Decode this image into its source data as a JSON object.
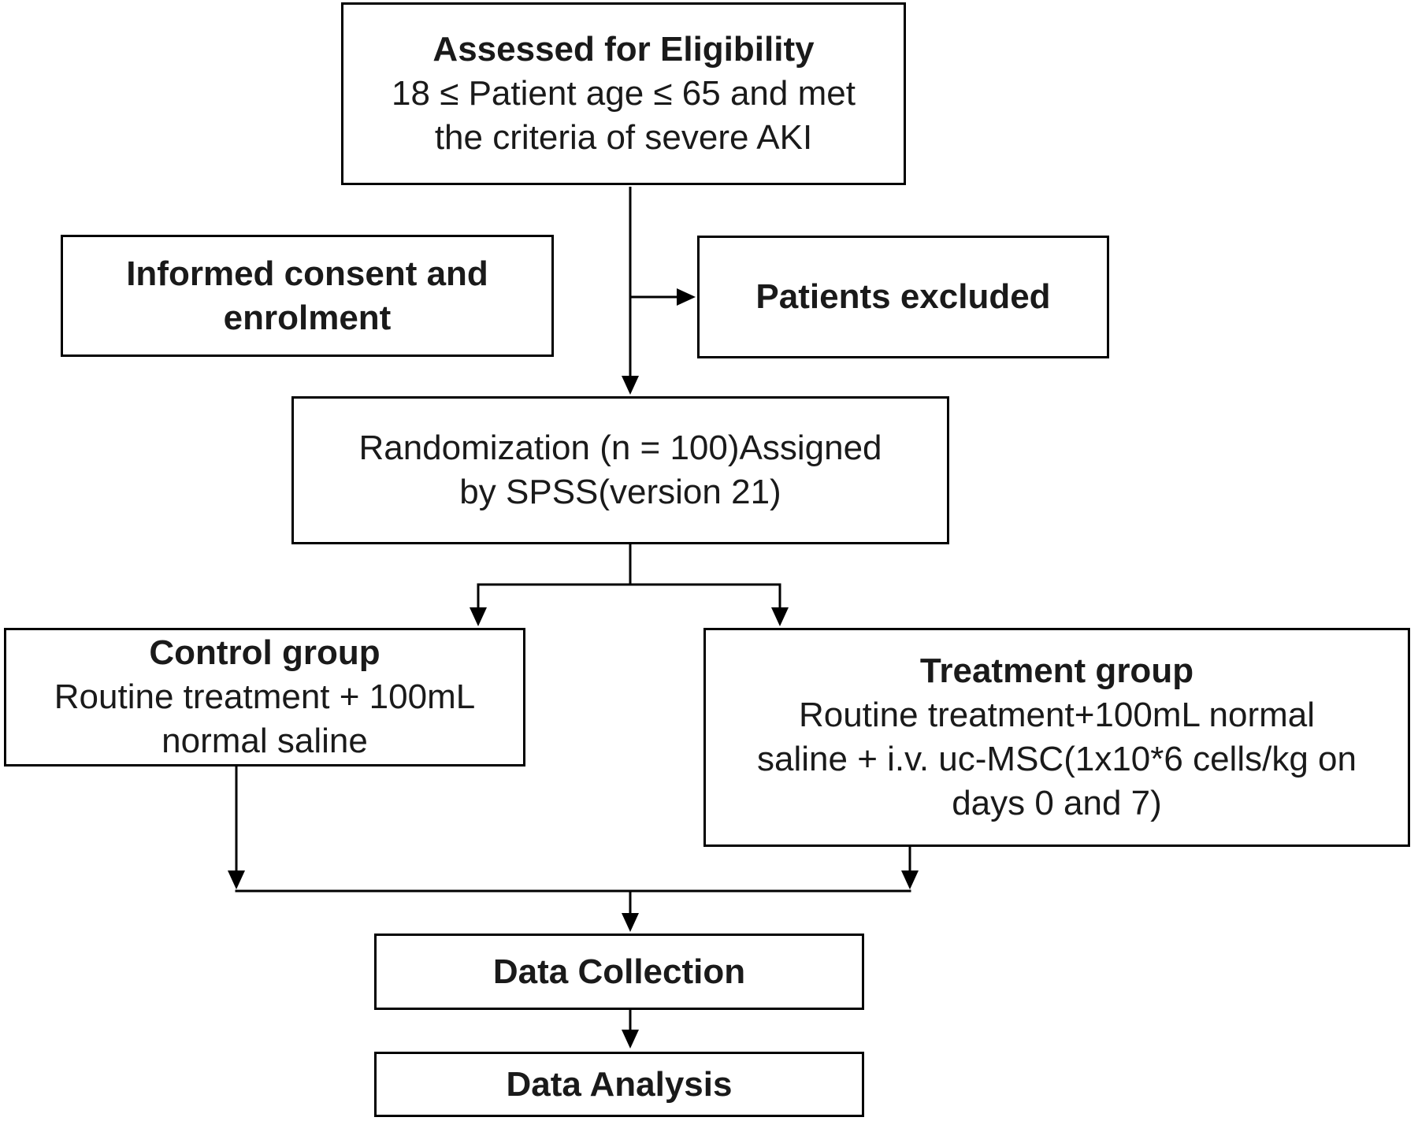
{
  "figure": {
    "background": "#ffffff",
    "line_color": "#000000",
    "border_color": "#000000",
    "text_color": "#1a1a1a"
  },
  "nodes": {
    "eligibility": {
      "title": "Assessed for Eligibility",
      "body_lines": [
        "18 ≤ Patient age ≤ 65 and met",
        "the criteria of severe AKI"
      ]
    },
    "informed_consent": {
      "title_lines": [
        "Informed consent and",
        "enrolment"
      ]
    },
    "patients_excluded": {
      "title": "Patients excluded"
    },
    "randomization": {
      "body_lines": [
        "Randomization (n = 100)Assigned",
        "by SPSS(version 21)"
      ]
    },
    "control_group": {
      "title": "Control group",
      "body_lines": [
        "Routine treatment + 100mL",
        "normal saline"
      ]
    },
    "treatment_group": {
      "title": "Treatment group",
      "body_lines": [
        "Routine treatment+100mL normal",
        "saline + i.v. uc-MSC(1x10*6 cells/kg on",
        "days 0 and 7)"
      ]
    },
    "data_collection": {
      "title": "Data Collection"
    },
    "data_analysis": {
      "title": "Data Analysis"
    }
  }
}
